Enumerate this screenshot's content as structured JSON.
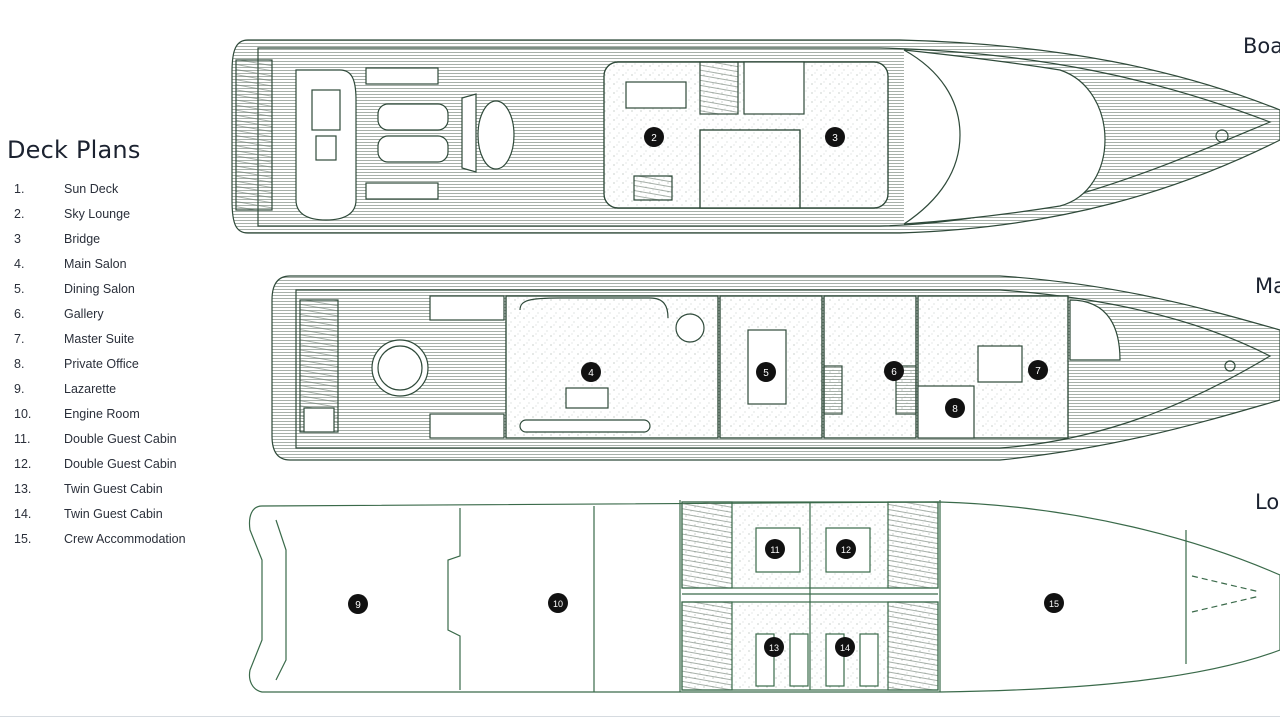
{
  "legend": {
    "title": "Deck Plans",
    "items": [
      {
        "num": "1.",
        "label": "Sun Deck"
      },
      {
        "num": "2.",
        "label": "Sky Lounge"
      },
      {
        "num": "3",
        "label": "Bridge"
      },
      {
        "num": "4.",
        "label": "Main Salon"
      },
      {
        "num": "5.",
        "label": "Dining Salon"
      },
      {
        "num": "6.",
        "label": "Gallery"
      },
      {
        "num": "7.",
        "label": "Master Suite"
      },
      {
        "num": "8.",
        "label": "Private Office"
      },
      {
        "num": "9.",
        "label": "Lazarette"
      },
      {
        "num": "10.",
        "label": "Engine Room"
      },
      {
        "num": "11.",
        "label": "Double Guest Cabin"
      },
      {
        "num": "12.",
        "label": "Double Guest Cabin"
      },
      {
        "num": "13.",
        "label": "Twin Guest Cabin"
      },
      {
        "num": "14.",
        "label": "Twin Guest Cabin"
      },
      {
        "num": "15.",
        "label": "Crew Accommodation"
      }
    ]
  },
  "deck_labels": {
    "boat_deck": "Boa",
    "main_deck": "Ma",
    "lower_deck": "Lo"
  },
  "markers": [
    "2",
    "3",
    "4",
    "5",
    "6",
    "7",
    "8",
    "9",
    "10",
    "11",
    "12",
    "13",
    "14",
    "15"
  ],
  "colors": {
    "line": "#2f4a3a",
    "hatch": "#5a6b5e",
    "marker": "#111111",
    "marker_text": "#ffffff",
    "text": "#1b2230"
  }
}
